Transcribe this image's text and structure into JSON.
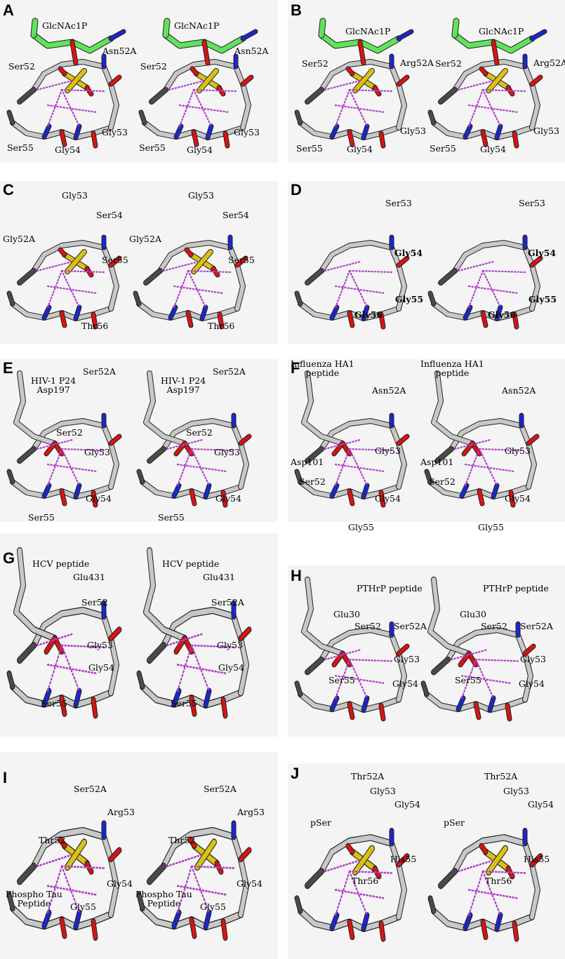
{
  "colors": {
    "background": "#f4f4f4",
    "carbon": "#c8c8c8",
    "carbon_dark": "#4a4a4a",
    "nitrogen": "#1c27c8",
    "oxygen": "#d61414",
    "sulfur_phosphorus": "#d9c215",
    "ligand_carbon": "#5fe35a",
    "hbond": "#b040c8"
  },
  "panels": [
    {
      "id": "A",
      "letter": "A",
      "labels": [
        "GlcNAc1P",
        "Asn52A",
        "Ser52",
        "Gly53",
        "Ser55",
        "Gly54"
      ]
    },
    {
      "id": "B",
      "letter": "B",
      "labels": [
        "GlcNAc1P",
        "Arg52A",
        "Ser52",
        "Gly53",
        "Ser55",
        "Gly54"
      ]
    },
    {
      "id": "C",
      "letter": "C",
      "labels": [
        "Gly53",
        "Ser54",
        "Gly52A",
        "Ser55",
        "Thr56"
      ]
    },
    {
      "id": "D",
      "letter": "D",
      "labels": [
        "Ser53",
        "Gly54",
        "Gly55",
        "Gly56"
      ]
    },
    {
      "id": "E",
      "letter": "E",
      "labels": [
        "HIV-1 P24\nAsp197",
        "Ser52A",
        "Ser52",
        "Gly53",
        "Gly54",
        "Ser55"
      ]
    },
    {
      "id": "F",
      "letter": "F",
      "labels": [
        "Influenza HA1\npeptide",
        "Asn52A",
        "Asp101",
        "Gly53",
        "Ser52",
        "Gly54",
        "Gly55"
      ]
    },
    {
      "id": "G",
      "letter": "G",
      "labels": [
        "HCV peptide",
        "Glu431",
        "Ser52",
        "Gly53",
        "Gly54",
        "Ser55"
      ]
    },
    {
      "id": "H",
      "letter": "H",
      "labels": [
        "PTHrP peptide",
        "Glu30",
        "Ser52",
        "Ser52A",
        "Gly53",
        "Ser55",
        "Gly54"
      ]
    },
    {
      "id": "I",
      "letter": "I",
      "labels": [
        "Ser52A",
        "Arg53",
        "Thr52",
        "Phospho Tau\nPeptide",
        "Gly54",
        "Gly55"
      ]
    },
    {
      "id": "J",
      "letter": "J",
      "labels": [
        "Thr52A",
        "Gly53",
        "Gly54",
        "pSer",
        "His55",
        "Thr56"
      ]
    }
  ],
  "panel_E_right_peptide_label": "HIV-1 P24\nAsp197",
  "panel_F_right_peptide_label": "Influenza HA1\npeptide",
  "panel_G_right_ser52a": "Ser52A",
  "panel_D_bold_labels": [
    "Gly54",
    "Gly55",
    "Gly56"
  ]
}
